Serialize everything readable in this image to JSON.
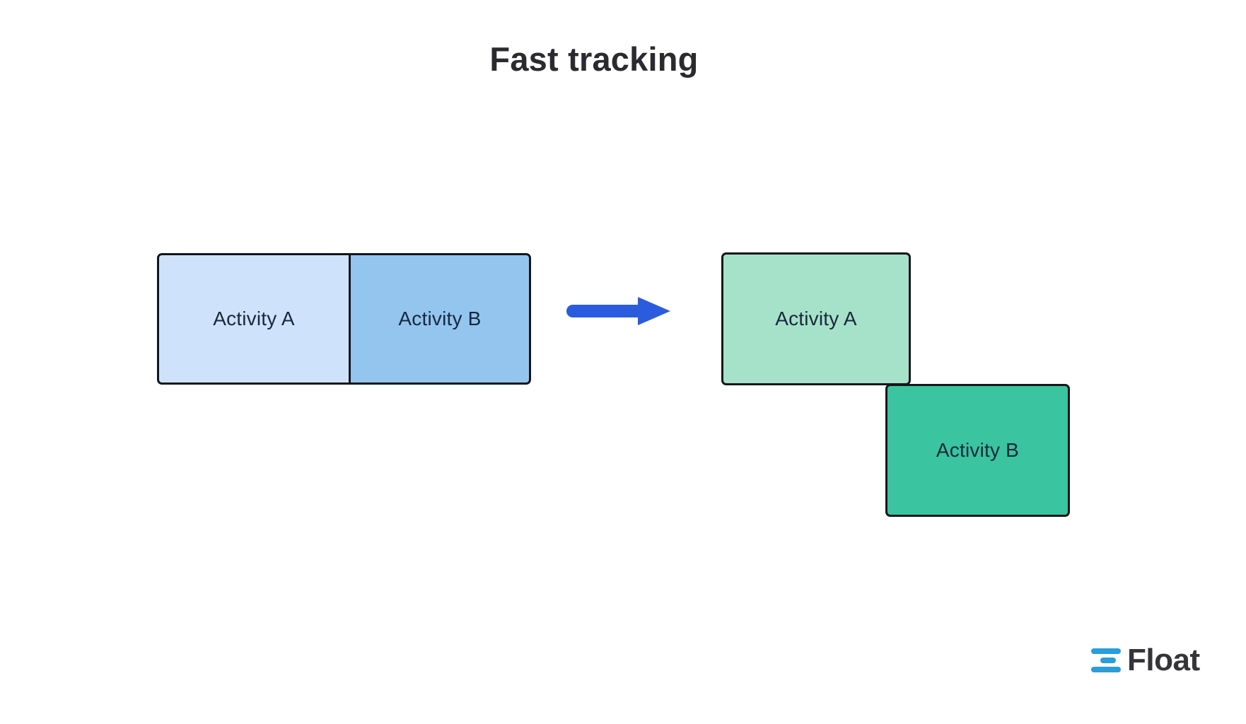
{
  "page": {
    "title": "Fast tracking",
    "background_color": "#ffffff"
  },
  "diagram": {
    "type": "schedule-compression-comparison",
    "before": {
      "name": "sequential",
      "boxes": [
        {
          "label": "Activity A",
          "fill": "#cee3fb",
          "border": "#14161c"
        },
        {
          "label": "Activity B",
          "fill": "#93c5ef",
          "border": "#14161c"
        }
      ]
    },
    "transition": {
      "icon": "right-arrow-icon",
      "color": "#2a5cdd"
    },
    "after": {
      "name": "fast-tracked",
      "boxes": [
        {
          "label": "Activity A",
          "fill": "#a6e2c9",
          "border": "#14161c"
        },
        {
          "label": "Activity B",
          "fill": "#3ac4a0",
          "border": "#14161c"
        }
      ]
    },
    "label_color": "#17293d"
  },
  "brand": {
    "name": "Float",
    "mark_color": "#2a9ddb",
    "word_color": "#353539"
  }
}
